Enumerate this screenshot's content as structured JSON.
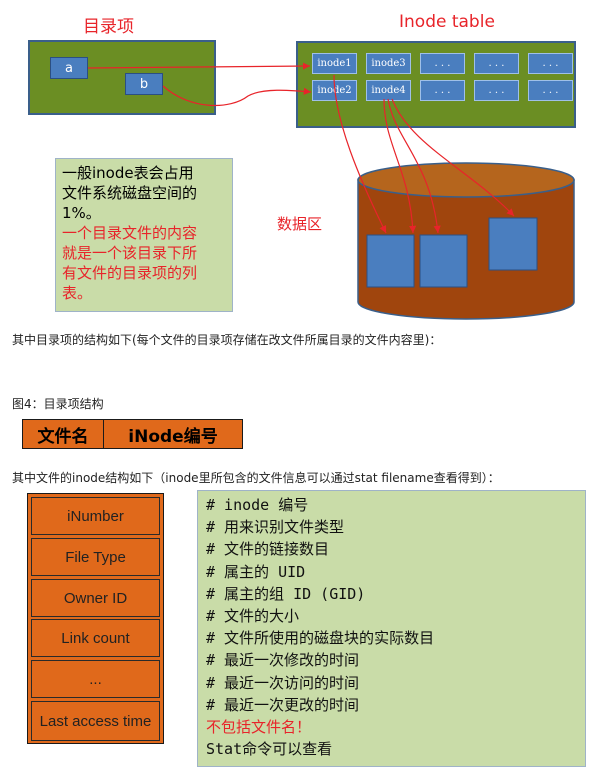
{
  "dir_title": "目录项",
  "inode_title": "Inode table",
  "dir_entries": [
    "a",
    "b"
  ],
  "inode_slots": [
    "inode1",
    "inode3",
    ". . .",
    ". . .",
    ". . .",
    "inode2",
    "inode4",
    ". . .",
    ". . .",
    ". . ."
  ],
  "data_area_label": "数据区",
  "note": {
    "black_lines": [
      "一般inode表会占用",
      "文件系统磁盘空间的",
      "1%。"
    ],
    "red_lines": [
      "一个目录文件的内容",
      "就是一个该目录下所",
      "有文件的目录项的列",
      "表。"
    ]
  },
  "caption1": "其中目录项的结构如下(每个文件的目录项存储在改文件所属目录的文件内容里)：",
  "fig_caption": "图4：目录项结构",
  "dir_struct": [
    "文件名",
    "iNode编号"
  ],
  "caption2": "其中文件的inode结构如下（inode里所包含的文件信息可以通过stat filename查看得到）：",
  "inode_fields": [
    "iNumber",
    "File Type",
    "Owner ID",
    "Link count",
    "...",
    "Last access time"
  ],
  "inode_desc": [
    "# inode 编号",
    "# 用来识别文件类型",
    "# 文件的链接数目",
    "# 属主的 UID",
    "# 属主的组 ID (GID)",
    "# 文件的大小",
    "# 文件所使用的磁盘块的实际数目",
    "# 最近一次修改的时间",
    "# 最近一次访问的时间",
    "# 最近一次更改的时间"
  ],
  "inode_desc_red": "不包括文件名！",
  "inode_desc_last": "Stat命令可以查看",
  "colors": {
    "accent_red": "#e8242a",
    "panel_green": "#6b8e23",
    "box_blue": "#4a7ebf",
    "cylinder_brown": "#a0450d",
    "orange": "#e0691b",
    "note_green": "#c9dca8"
  }
}
